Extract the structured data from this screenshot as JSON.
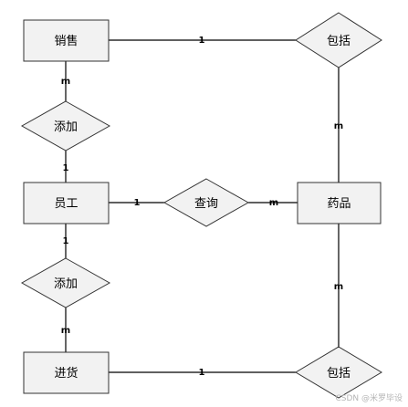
{
  "diagram": {
    "entities": {
      "sales": "销售",
      "employee": "员工",
      "medicine": "药品",
      "purchase": "进货"
    },
    "relations": {
      "include_top": "包括",
      "add_top": "添加",
      "query": "查询",
      "add_bottom": "添加",
      "include_bottom": "包括"
    },
    "cardinality": {
      "sales_include": "1",
      "include_medicine_top": "m",
      "sales_add": "m",
      "add_employee_top": "1",
      "employee_query": "1",
      "query_medicine": "m",
      "employee_add": "1",
      "add_purchase": "m",
      "purchase_include": "1",
      "medicine_include_bottom": "m"
    }
  },
  "watermark": "CSDN @米罗毕设",
  "colors": {
    "shape_fill": "#f2f2f2",
    "shape_stroke": "#333333",
    "line": "#000000",
    "watermark": "#b5b5b5"
  }
}
